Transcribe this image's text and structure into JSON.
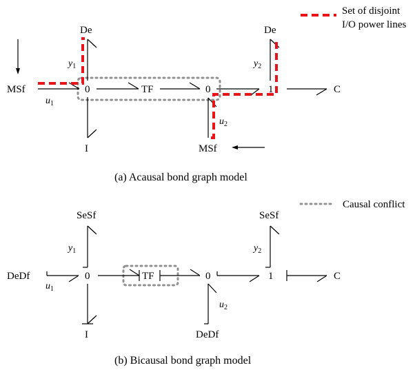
{
  "top_diagram": {
    "nodes": {
      "msf_left": "MSf",
      "zero_left": "0",
      "tf": "TF",
      "zero_right": "0",
      "one": "1",
      "c": "C",
      "de_left": "De",
      "de_right": "De",
      "i": "I",
      "msf_bottom": "MSf"
    },
    "signals": {
      "u1": "u",
      "u1_sub": "1",
      "y1": "y",
      "y1_sub": "1",
      "y2": "y",
      "y2_sub": "2",
      "u2": "u",
      "u2_sub": "2"
    },
    "legend": {
      "line1": "Set of disjoint",
      "line2": "I/O power lines",
      "color": "#e8141a"
    },
    "caption": "(a)  Acausal bond graph model"
  },
  "bottom_diagram": {
    "nodes": {
      "dedf_left": "DeDf",
      "zero_left": "0",
      "tf": "TF",
      "zero_right": "0",
      "one": "1",
      "c": "C",
      "sesf_left": "SeSf",
      "sesf_right": "SeSf",
      "i": "I",
      "dedf_bottom": "DeDf"
    },
    "signals": {
      "u1": "u",
      "u1_sub": "1",
      "y1": "y",
      "y1_sub": "1",
      "y2": "y",
      "y2_sub": "2",
      "u2": "u",
      "u2_sub": "2"
    },
    "legend": {
      "label": "Causal conflict",
      "color": "#909090"
    },
    "caption": "(b)  Bicausal bond graph model"
  }
}
